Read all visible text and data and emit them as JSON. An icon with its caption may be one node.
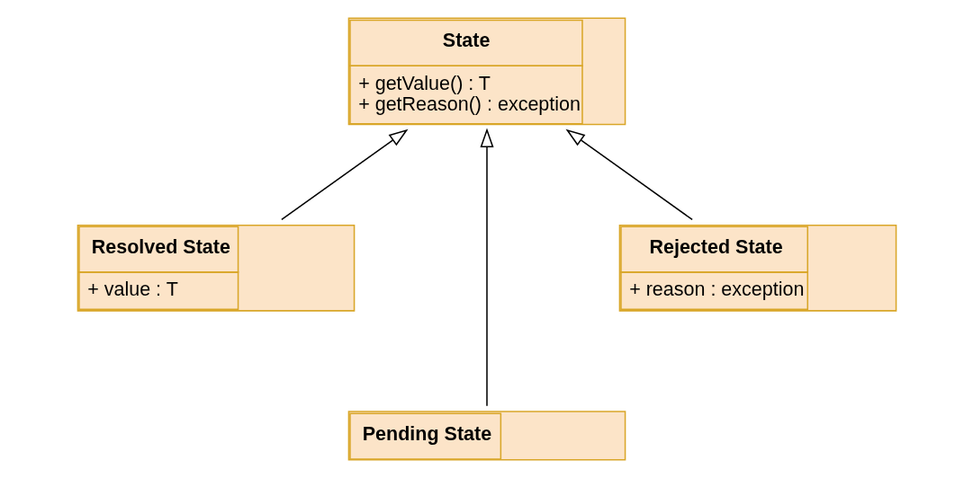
{
  "diagram": {
    "nodes": [
      {
        "text": [
          "State",
          "+ getValue() : T",
          "+ getReason() : exception"
        ]
      },
      {
        "text": [
          "Resolved State",
          "+ value : T"
        ]
      },
      {
        "text": [
          "Rejected State",
          "+ reason : exception"
        ]
      },
      {
        "text": [
          "Pending State"
        ]
      }
    ],
    "edges": [
      {
        "from": 1,
        "to": 0,
        "arrow": "to"
      },
      {
        "from": 2,
        "to": 0,
        "arrow": "to"
      },
      {
        "from": 3,
        "to": 0,
        "arrow": "to"
      }
    ]
  }
}
